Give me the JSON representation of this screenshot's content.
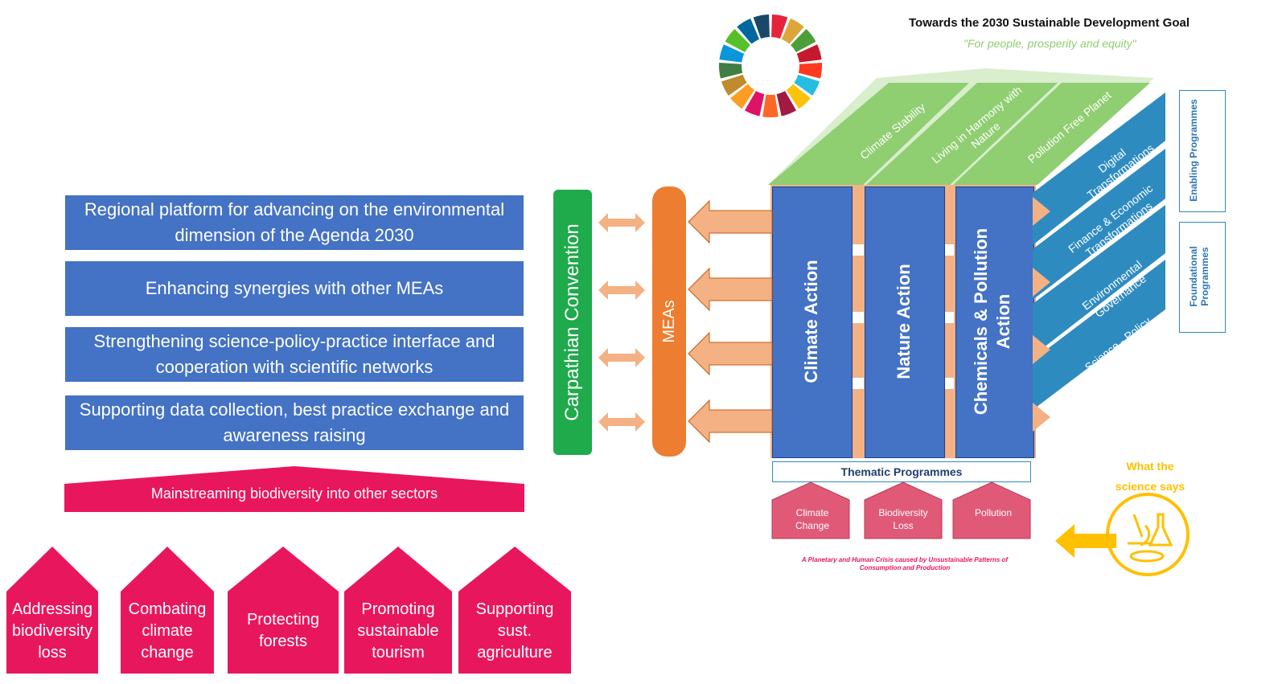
{
  "header": {
    "title": "Towards the 2030 Sustainable Development Goal",
    "subtitle": "\"For people, prosperity and equity\""
  },
  "left_boxes": [
    "Regional platform for advancing on the environmental dimension of the Agenda 2030",
    "Enhancing synergies with other MEAs",
    "Strengthening science-policy-practice interface and cooperation with scientific networks",
    "Supporting data collection, best practice exchange and awareness raising"
  ],
  "mainstreaming_label": "Mainstreaming biodiversity into other sectors",
  "pillars": [
    "Addressing biodiversity loss",
    "Combating climate change",
    "Protecting forests",
    "Promoting sustainable tourism",
    "Supporting sust. agriculture"
  ],
  "carpathian_label": "Carpathian Convention",
  "meas_label": "MEAs",
  "actions": [
    "Climate Action",
    "Nature Action",
    "Chemicals & Pollution Action"
  ],
  "top_goals": [
    "Climate Stability",
    "Living in Harmony with Nature",
    "Pollution Free Planet"
  ],
  "side_bars": [
    "Digital Transformations",
    "Finance & Economic Transformations",
    "Environmental Governance",
    "Science - Policy"
  ],
  "enabling_label": "Enabling Programmes",
  "foundational_label": "Foundational Programmes",
  "thematic_label": "Thematic Programmes",
  "crises": [
    "Climate Change",
    "Biodiversity Loss",
    "Pollution"
  ],
  "crisis_caption": "A Planetary and Human Crisis caused by Unsustainable Patterns of Consumption and Production",
  "science_label": "What the science says",
  "colors": {
    "blue_box": "#4472c4",
    "magenta": "#e8175d",
    "green_convention": "#1faa4b",
    "orange_meas": "#ed7d31",
    "arrow_light": "#f4b183",
    "action_blue": "#4472c4",
    "teal_bar": "#2e8bc0",
    "light_green": "#8fce71",
    "crisis_pink": "#e05a78",
    "yellow": "#ffc000"
  },
  "icons": [
    "sdg-wheel-icon",
    "microscope-icon",
    "flask-icon",
    "petri-dish-icon"
  ]
}
